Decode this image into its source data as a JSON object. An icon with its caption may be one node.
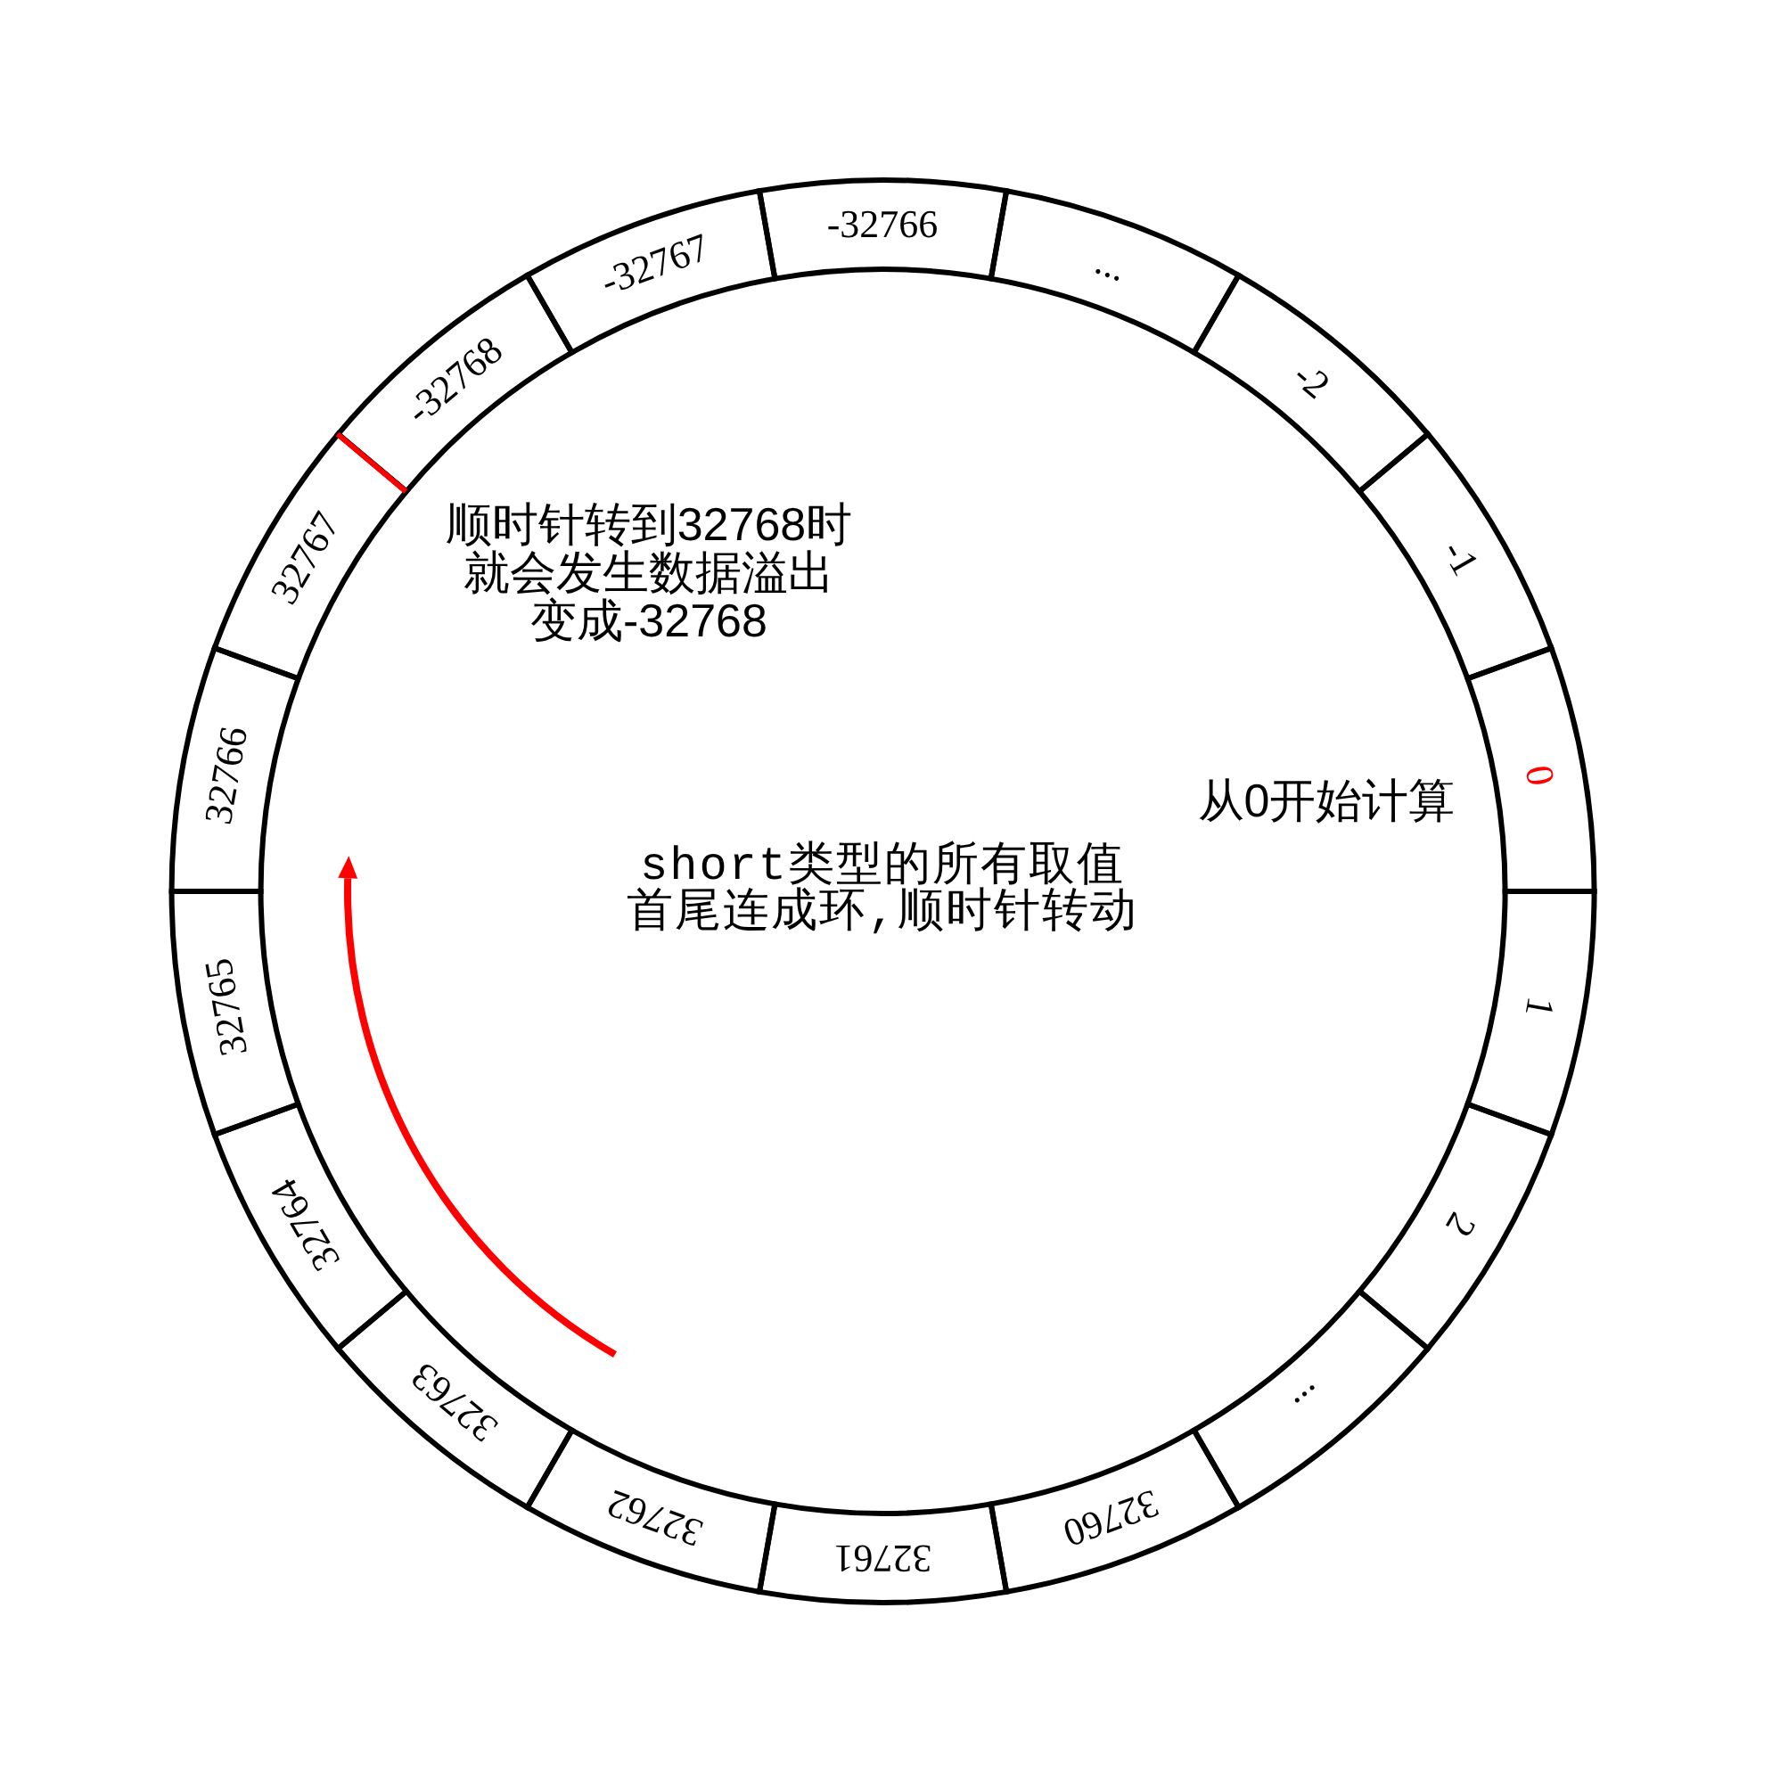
{
  "diagram": {
    "nodes": [
      {
        "text": [
          "0"
        ]
      },
      {
        "text": [
          "1"
        ]
      },
      {
        "text": [
          "2"
        ]
      },
      {
        "text": [
          "..."
        ]
      },
      {
        "text": [
          "32760"
        ]
      },
      {
        "text": [
          "32761"
        ]
      },
      {
        "text": [
          "32762"
        ]
      },
      {
        "text": [
          "32763"
        ]
      },
      {
        "text": [
          "32764"
        ]
      },
      {
        "text": [
          "32765"
        ]
      },
      {
        "text": [
          "32766"
        ]
      },
      {
        "text": [
          "32767"
        ]
      },
      {
        "text": [
          "-32768"
        ]
      },
      {
        "text": [
          "-32767"
        ]
      },
      {
        "text": [
          "-32766"
        ]
      },
      {
        "text": [
          "..."
        ]
      },
      {
        "text": [
          "-2"
        ]
      },
      {
        "text": [
          "-1"
        ]
      }
    ],
    "labels": [
      "顺时针转到32768时就会发生数据溢出变成-32768",
      "从0开始计算",
      "short类型的所有取值首尾连成环,顺时针转动"
    ]
  }
}
